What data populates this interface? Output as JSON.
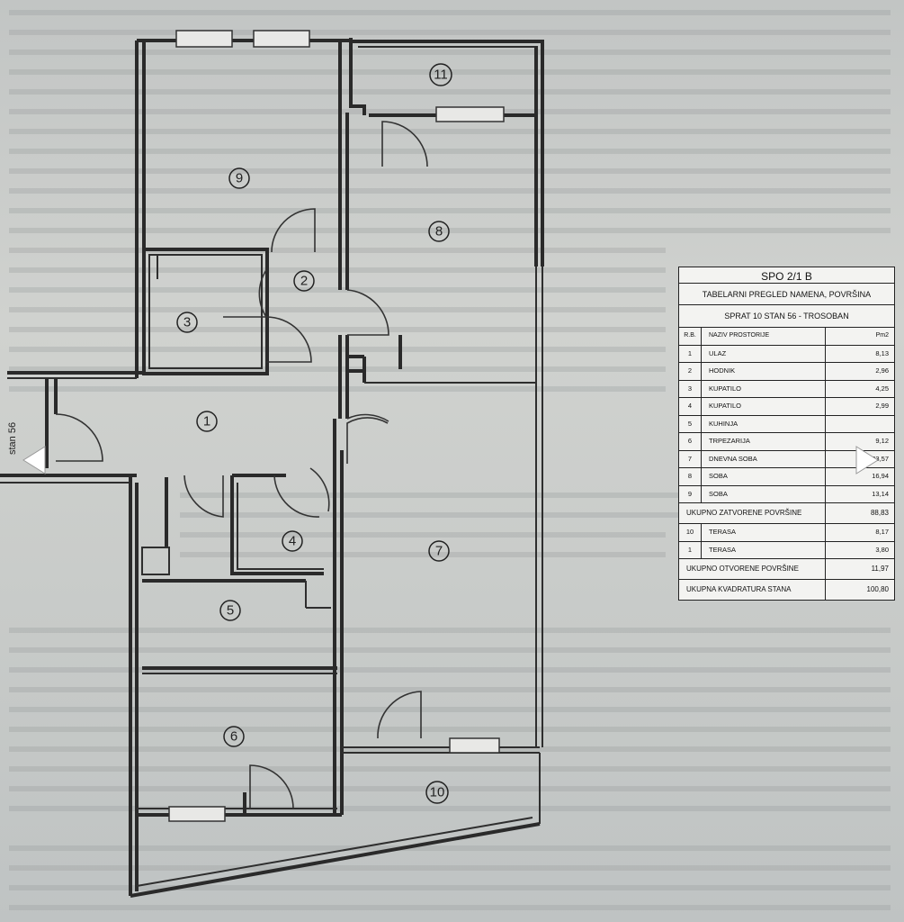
{
  "plan": {
    "stan_label": "stan 56",
    "rooms": [
      {
        "num": "1"
      },
      {
        "num": "2"
      },
      {
        "num": "3"
      },
      {
        "num": "4"
      },
      {
        "num": "5"
      },
      {
        "num": "6"
      },
      {
        "num": "7"
      },
      {
        "num": "8"
      },
      {
        "num": "9"
      },
      {
        "num": "10"
      },
      {
        "num": "11"
      }
    ]
  },
  "legend": {
    "title": "SPO 2/1  B",
    "subtitle": "TABELARNI PREGLED NAMENA, POVRŠINA",
    "sprat": "SPRAT 10   STAN 56 -    TROSOBAN",
    "header": {
      "col1": "R.B.",
      "col2": "NAZIV PROSTORIJE",
      "col3": "Pm2"
    },
    "rows": [
      {
        "rb": "1",
        "name": "ULAZ",
        "area": "8,13"
      },
      {
        "rb": "2",
        "name": "HODNIK",
        "area": "2,96"
      },
      {
        "rb": "3",
        "name": "KUPATILO",
        "area": "4,25"
      },
      {
        "rb": "4",
        "name": "KUPATILO",
        "area": "2,99"
      },
      {
        "rb": "5",
        "name": "KUHINJA",
        "area": ""
      },
      {
        "rb": "6",
        "name": "TRPEZARIJA",
        "area": "9,12"
      },
      {
        "rb": "7",
        "name": "DNEVNA SOBA",
        "area": "23,57"
      },
      {
        "rb": "8",
        "name": "SOBA",
        "area": "16,94"
      },
      {
        "rb": "9",
        "name": "SOBA",
        "area": "13,14"
      }
    ],
    "closed_total": {
      "label": "UKUPNO ZATVORENE POVRŠINE",
      "value": "88,83"
    },
    "open_rows": [
      {
        "rb": "10",
        "name": "TERASA",
        "area": "8,17"
      },
      {
        "rb": "1",
        "name": "TERASA",
        "area": "3,80"
      }
    ],
    "open_total": {
      "label": "UKUPNO OTVORENE POVRŠINE",
      "value": "11,97"
    },
    "grand_total": {
      "label": "UKUPNA KVADRATURA STANA",
      "value": "100,80"
    }
  },
  "nav": {
    "prev_icon": "chevron-left-icon",
    "next_icon": "chevron-right-icon"
  }
}
